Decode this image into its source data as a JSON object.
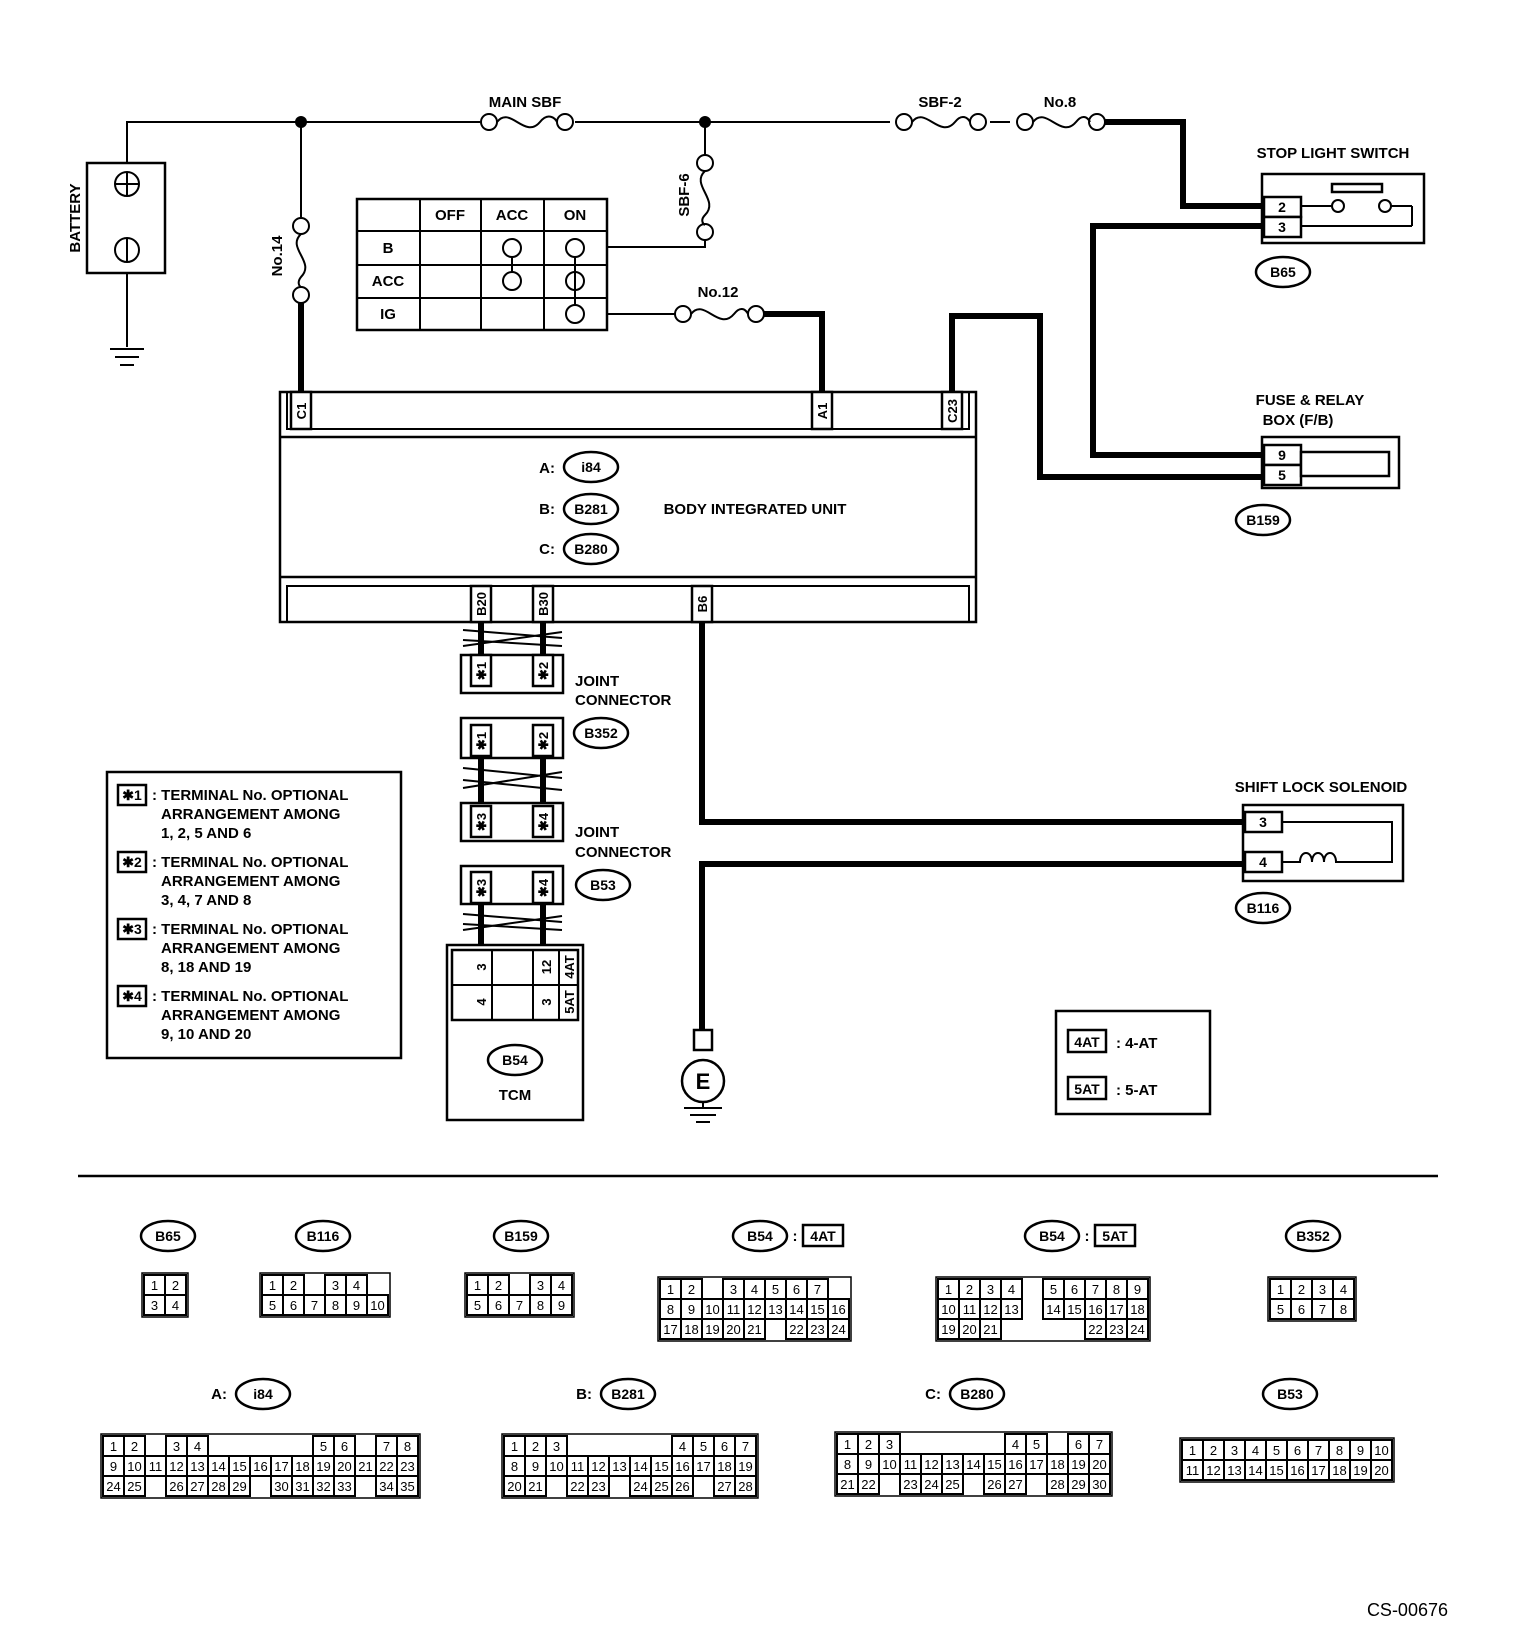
{
  "wires_text": {
    "main_sbf": "MAIN SBF",
    "sbf2": "SBF-2",
    "no8": "No.8",
    "sbf6": "SBF-6",
    "no14": "No.14",
    "no12": "No.12",
    "battery": "BATTERY",
    "e": "E"
  },
  "ignition_switch": {
    "cols": [
      "OFF",
      "ACC",
      "ON"
    ],
    "rows": [
      "B",
      "ACC",
      "IG"
    ]
  },
  "stop_light_switch": {
    "title": "STOP LIGHT SWITCH",
    "pins": [
      "2",
      "3"
    ],
    "code": "B65"
  },
  "fuse_relay_box": {
    "title_line1": "FUSE & RELAY",
    "title_line2": "BOX (F/B)",
    "pins": [
      "9",
      "5"
    ],
    "code": "B159"
  },
  "shift_lock_solenoid": {
    "title": "SHIFT LOCK SOLENOID",
    "pins": [
      "3",
      "4"
    ],
    "code": "B116"
  },
  "body_integrated_unit": {
    "title": "BODY INTEGRATED UNIT",
    "connectors": [
      {
        "prefix": "A:",
        "code": "i84"
      },
      {
        "prefix": "B:",
        "code": "B281"
      },
      {
        "prefix": "C:",
        "code": "B280"
      }
    ],
    "top_pins": [
      "C1",
      "A1",
      "C23"
    ],
    "bottom_pins": [
      "B20",
      "B30",
      "B6"
    ]
  },
  "joint_connector_1": {
    "line1": "JOINT",
    "line2": "CONNECTOR",
    "code": "B352",
    "pins": [
      "✱1",
      "✱2"
    ]
  },
  "joint_connector_2": {
    "line1": "JOINT",
    "line2": "CONNECTOR",
    "code": "B53",
    "pins": [
      "✱3",
      "✱4"
    ]
  },
  "tcm": {
    "title": "TCM",
    "code": "B54",
    "pins_left": [
      "3",
      "4"
    ],
    "pins_right": [
      "12",
      "3"
    ],
    "tags": [
      "4AT",
      "5AT"
    ]
  },
  "legend": [
    {
      "key": "✱1",
      "lines": [
        ": TERMINAL No. OPTIONAL",
        "ARRANGEMENT AMONG",
        "1, 2, 5 AND 6"
      ]
    },
    {
      "key": "✱2",
      "lines": [
        ": TERMINAL No. OPTIONAL",
        "ARRANGEMENT AMONG",
        "3, 4, 7 AND 8"
      ]
    },
    {
      "key": "✱3",
      "lines": [
        ": TERMINAL No. OPTIONAL",
        "ARRANGEMENT AMONG",
        "8, 18 AND 19"
      ]
    },
    {
      "key": "✱4",
      "lines": [
        ": TERMINAL No. OPTIONAL",
        "ARRANGEMENT AMONG",
        "9, 10 AND 20"
      ]
    }
  ],
  "at_legend": [
    {
      "key": "4AT",
      "value": ": 4-AT"
    },
    {
      "key": "5AT",
      "value": ": 5-AT"
    }
  ],
  "connector_views": {
    "b65": {
      "label": "B65",
      "rows": [
        [
          "1",
          "2"
        ],
        [
          "3",
          "4"
        ]
      ]
    },
    "b116": {
      "label": "B116",
      "rows": [
        [
          "1",
          "2",
          "",
          "3",
          "4"
        ],
        [
          "5",
          "6",
          "7",
          "8",
          "9",
          "10"
        ]
      ]
    },
    "b159": {
      "label": "B159",
      "rows": [
        [
          "1",
          "2",
          "",
          "3",
          "4"
        ],
        [
          "5",
          "6",
          "7",
          "8",
          "9"
        ]
      ]
    },
    "b54_4at": {
      "label": "B54",
      "tag": "4AT",
      "rows": [
        [
          "1",
          "2",
          "3",
          "4",
          "5",
          "6",
          "7"
        ],
        [
          "8",
          "9",
          "10",
          "11",
          "12",
          "13",
          "14",
          "15",
          "16"
        ],
        [
          "17",
          "18",
          "19",
          "20",
          "21",
          "22",
          "23",
          "24"
        ]
      ]
    },
    "b54_5at": {
      "label": "B54",
      "tag": "5AT",
      "rows": [
        [
          "1",
          "2",
          "3",
          "4",
          "5",
          "6",
          "7",
          "8",
          "9"
        ],
        [
          "10",
          "11",
          "12",
          "13",
          "14",
          "15",
          "16",
          "17",
          "18"
        ],
        [
          "19",
          "20",
          "21",
          "22",
          "23",
          "24"
        ]
      ]
    },
    "b352": {
      "label": "B352",
      "rows": [
        [
          "1",
          "2",
          "3",
          "4"
        ],
        [
          "5",
          "6",
          "7",
          "8"
        ]
      ]
    },
    "i84": {
      "prefix": "A:",
      "label": "i84",
      "rows": [
        [
          "1",
          "2",
          "3",
          "4",
          "5",
          "6",
          "7",
          "8"
        ],
        [
          "9",
          "10",
          "11",
          "12",
          "13",
          "14",
          "15",
          "16",
          "17",
          "18",
          "19",
          "20",
          "21",
          "22",
          "23"
        ],
        [
          "24",
          "25",
          "26",
          "27",
          "28",
          "29",
          "30",
          "31",
          "32",
          "33",
          "34",
          "35"
        ]
      ]
    },
    "b281": {
      "prefix": "B:",
      "label": "B281",
      "rows": [
        [
          "1",
          "2",
          "3",
          "4",
          "5",
          "6",
          "7"
        ],
        [
          "8",
          "9",
          "10",
          "11",
          "12",
          "13",
          "14",
          "15",
          "16",
          "17",
          "18",
          "19"
        ],
        [
          "20",
          "21",
          "22",
          "23",
          "24",
          "25",
          "26",
          "27",
          "28"
        ]
      ]
    },
    "b280": {
      "prefix": "C:",
      "label": "B280",
      "rows": [
        [
          "1",
          "2",
          "3",
          "4",
          "5",
          "6",
          "7"
        ],
        [
          "8",
          "9",
          "10",
          "11",
          "12",
          "13",
          "14",
          "15",
          "16",
          "17",
          "18",
          "19",
          "20"
        ],
        [
          "21",
          "22",
          "23",
          "24",
          "25",
          "26",
          "27",
          "28",
          "29",
          "30"
        ]
      ]
    },
    "b53": {
      "label": "B53",
      "rows": [
        [
          "1",
          "2",
          "3",
          "4",
          "5",
          "6",
          "7",
          "8",
          "9",
          "10"
        ],
        [
          "11",
          "12",
          "13",
          "14",
          "15",
          "16",
          "17",
          "18",
          "19",
          "20"
        ]
      ]
    }
  },
  "footer_code": "CS-00676"
}
